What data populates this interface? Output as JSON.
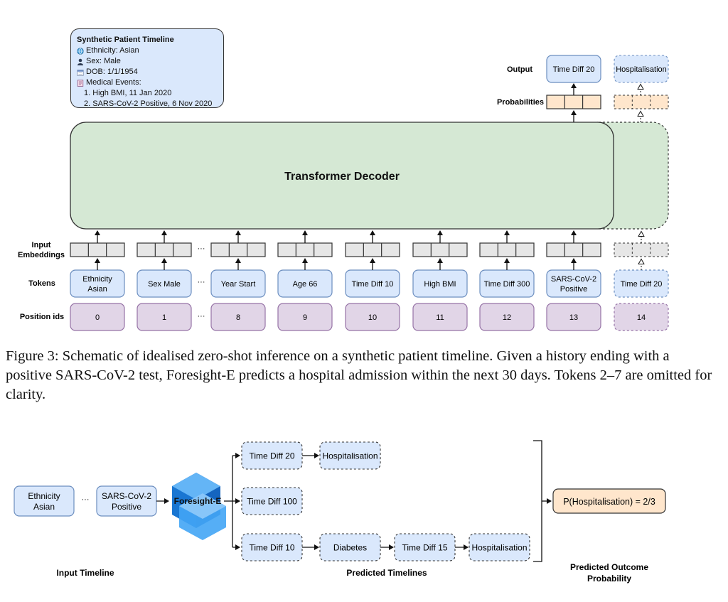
{
  "figure3": {
    "patient_card": {
      "title": "Synthetic Patient Timeline",
      "ethnicity": "Ethnicity: Asian",
      "sex": "Sex: Male",
      "dob": "DOB: 1/1/1954",
      "medical_events_label": "Medical Events:",
      "events": [
        "1. High BMI, 11 Jan 2020",
        "2. SARS-CoV-2 Positive, 6 Nov 2020"
      ]
    },
    "decoder_label": "Transformer Decoder",
    "row_labels": {
      "output": "Output",
      "probabilities": "Probabilities",
      "input_embeddings": [
        "Input",
        "Embeddings"
      ],
      "tokens": "Tokens",
      "position_ids": "Position ids"
    },
    "ellipsis": "···",
    "tokens": [
      {
        "lines": [
          "Ethnicity",
          "Asian"
        ],
        "position": "0"
      },
      {
        "lines": [
          "Sex Male"
        ],
        "position": "1"
      },
      {
        "lines": [
          "Year Start"
        ],
        "position": "8"
      },
      {
        "lines": [
          "Age 66"
        ],
        "position": "9"
      },
      {
        "lines": [
          "Time Diff 10"
        ],
        "position": "10"
      },
      {
        "lines": [
          "High BMI"
        ],
        "position": "11"
      },
      {
        "lines": [
          "Time Diff 300"
        ],
        "position": "12"
      },
      {
        "lines": [
          "SARS-CoV-2",
          "Positive"
        ],
        "position": "13"
      }
    ],
    "next_token": {
      "lines": [
        "Time Diff 20"
      ],
      "position": "14"
    },
    "outputs": [
      "Time Diff 20",
      "Hospitalisation"
    ],
    "caption": "Figure 3: Schematic of idealised zero-shot inference on a synthetic patient timeline. Given a history ending with a positive SARS-CoV-2 test, Foresight-E predicts a hospital admission within the next 30 days. Tokens 2–7 are omitted for clarity."
  },
  "figure4": {
    "input_tokens": [
      [
        "Ethnicity",
        "Asian"
      ],
      [
        "SARS-CoV-2",
        "Positive"
      ]
    ],
    "ellipsis": "···",
    "model_label": "Foresight-E",
    "timelines": [
      [
        "Time Diff 20",
        "Hospitalisation"
      ],
      [
        "Time Diff 100"
      ],
      [
        "Time Diff 10",
        "Diabetes",
        "Time Diff 15",
        "Hospitalisation"
      ]
    ],
    "result": "P(Hospitalisation) = 2/3",
    "labels": {
      "input_timeline": "Input Timeline",
      "predicted_timelines": "Predicted Timelines",
      "predicted_outcome": [
        "Predicted Outcome",
        "Probability"
      ]
    }
  },
  "colors": {
    "token_fill": "#dae8fc",
    "token_stroke": "#6c8ebf",
    "position_fill": "#e1d5e7",
    "position_stroke": "#9673a6",
    "decoder_fill": "#d5e8d4",
    "embedding_fill": "#e6e6e6",
    "probability_fill": "#ffe6cc",
    "model_blue": "#1e88e5"
  }
}
